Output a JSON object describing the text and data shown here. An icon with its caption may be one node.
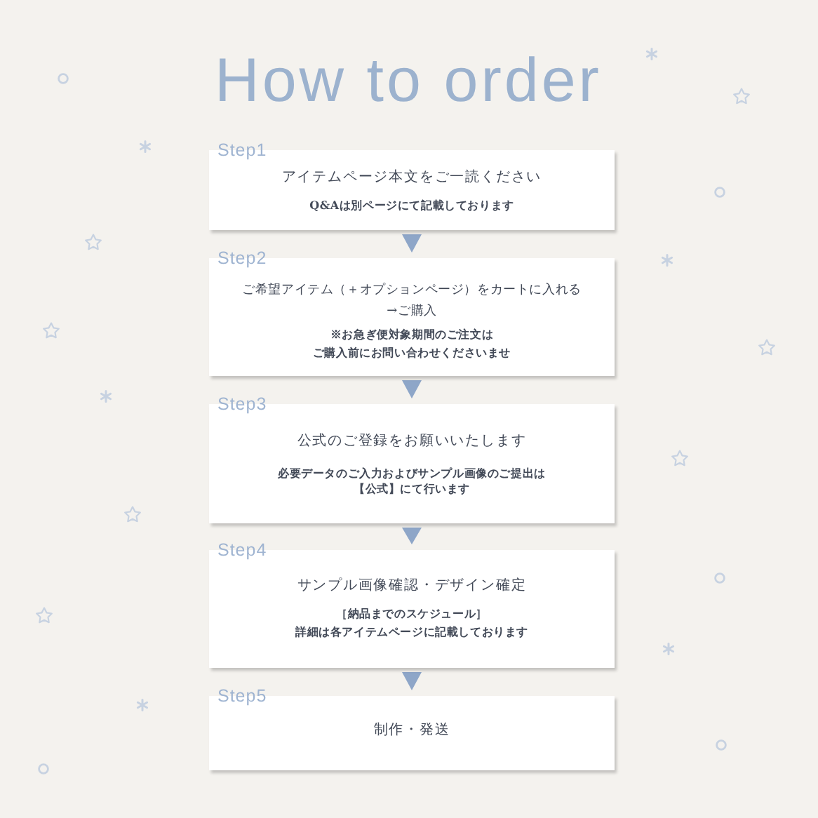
{
  "diagram": {
    "title": "How to order",
    "nodes": [
      {
        "text": [
          "Step1",
          "アイテムページ本文をご一読ください",
          "Q&Aは別ページにて記載しております"
        ]
      },
      {
        "text": [
          "Step2",
          "ご希望アイテム（＋オプションページ）をカートに入れる→ご購入",
          "※お急ぎ便対象期間のご注文はご購入前にお問い合わせくださいませ"
        ]
      },
      {
        "text": [
          "Step3",
          "公式のご登録をお願いいたします",
          "必要データのご入力およびサンプル画像のご提出は【公式】にて行います"
        ]
      },
      {
        "text": [
          "Step4",
          "サンプル画像確認・デザイン確定",
          "［納品までのスケジュール］",
          "詳細は各アイテムページに記載しております"
        ]
      },
      {
        "text": [
          "Step5",
          "制作・発送"
        ]
      }
    ],
    "edges": [
      {
        "from": 0,
        "to": 1,
        "arrow": "to"
      },
      {
        "from": 1,
        "to": 2,
        "arrow": "to"
      },
      {
        "from": 2,
        "to": 3,
        "arrow": "to"
      },
      {
        "from": 3,
        "to": 4,
        "arrow": "to"
      }
    ]
  }
}
